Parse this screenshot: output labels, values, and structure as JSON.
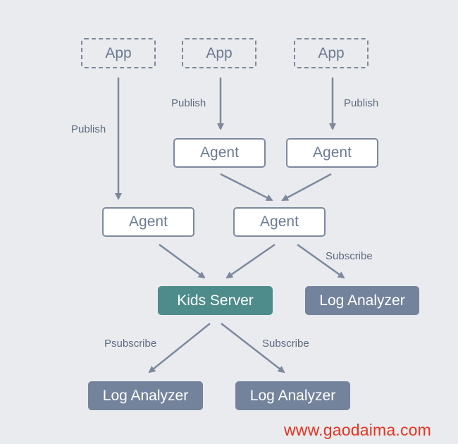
{
  "nodes": {
    "app1": "App",
    "app2": "App",
    "app3": "App",
    "agent1": "Agent",
    "agent2": "Agent",
    "agent3": "Agent",
    "agent4": "Agent",
    "kids_server": "Kids Server",
    "log_analyzer1": "Log Analyzer",
    "log_analyzer2": "Log Analyzer",
    "log_analyzer3": "Log Analyzer"
  },
  "edge_labels": {
    "publish1": "Publish",
    "publish2": "Publish",
    "publish3": "Publish",
    "subscribe1": "Subscribe",
    "psubscribe": "Psubscribe",
    "subscribe2": "Subscribe"
  },
  "watermark": "www.gaodaima.com",
  "colors": {
    "background": "#e9ebee",
    "edge": "#7c899d",
    "node_text": "#6b7b93",
    "kids_server_fill": "#4d8c8a",
    "log_analyzer_fill": "#74839c",
    "watermark": "#e8321e"
  }
}
